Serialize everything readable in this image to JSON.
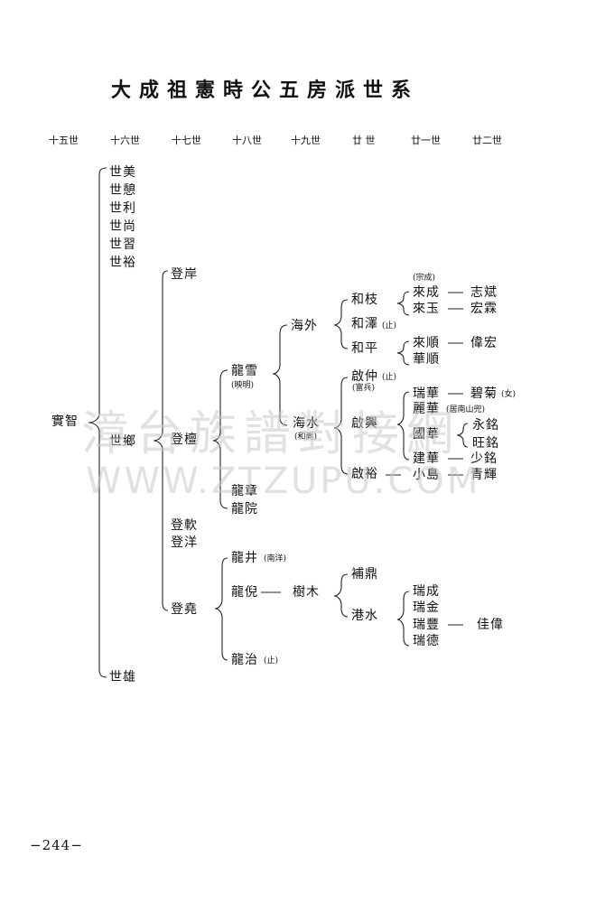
{
  "title": "大成祖憲時公五房派世系",
  "generations": [
    "十五世",
    "十六世",
    "十七世",
    "十八世",
    "十九世",
    "廿 世",
    "廿一世",
    "廿二世"
  ],
  "gen15": {
    "name": "實智"
  },
  "gen16": [
    "世美",
    "世憩",
    "世利",
    "世尚",
    "世習",
    "世裕",
    "世鄉",
    "世雄"
  ],
  "gen17": [
    "登岸",
    "登檀",
    "登軟",
    "登洋",
    "登堯"
  ],
  "gen18": {
    "longxue": "龍雪",
    "longxue_note": "(映明)",
    "longzhang": "龍章",
    "longyuan": "龍院",
    "longjing": "龍井",
    "longjing_note": "(南洋)",
    "longni": "龍倪",
    "longzhi": "龍治",
    "longzhi_note": "(止)"
  },
  "gen19": {
    "haiwai": "海外",
    "haishui": "海水",
    "haishui_note": "(和尚)",
    "shumu": "樹木"
  },
  "gen20": {
    "hezhi": "和枝",
    "heze": "和澤",
    "heze_note": "(止)",
    "heping": "和平",
    "qizhong": "啟仲",
    "qizhong_note": "(止)",
    "qizhong_note2": "(富兵)",
    "qixing": "啟興",
    "qiyu": "啟裕",
    "buding": "補鼎",
    "gangshui": "港水"
  },
  "gen21": {
    "laicheng_note": "(宗成)",
    "laicheng": "來成",
    "laiyu": "來玉",
    "laishun": "來順",
    "huashun": "華順",
    "ruihua": "瑞華",
    "lihua": "麗華",
    "lihua_note": "(居南山兜)",
    "guohua": "國華",
    "jianhua": "建華",
    "xiaodao": "小島",
    "ruicheng": "瑞成",
    "ruijin": "瑞金",
    "ruifeng": "瑞豐",
    "ruide": "瑞德"
  },
  "gen22": {
    "zhibin": "志斌",
    "hongmei": "宏霖",
    "weihong": "偉宏",
    "biju": "碧菊",
    "biju_note": "(女)",
    "yongming": "永銘",
    "wangming": "旺銘",
    "shaoming": "少銘",
    "qinghui": "青輝",
    "jiawei": "佳偉"
  },
  "watermark": {
    "cn": "漳台族譜對接網",
    "en": "WWW.ZTZUPU.COM"
  },
  "page_number": "−244−"
}
